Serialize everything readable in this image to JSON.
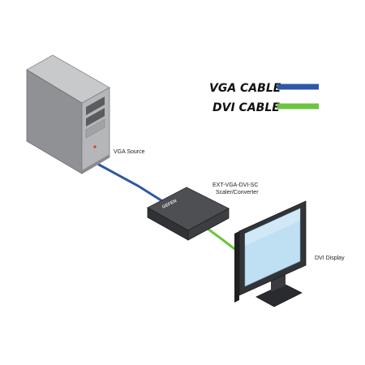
{
  "legend": {
    "vga_label": "VGA CABLE",
    "dvi_label": "DVI CABLE",
    "vga_color": "#2e57a8",
    "dvi_color": "#6cc43f"
  },
  "devices": {
    "source_label": "VGA Source",
    "converter_label_line1": "EXT-VGA-DVI-SC",
    "converter_label_line2": "Scaler/Converter",
    "converter_brand": "GEFEN",
    "display_label": "DVI Display"
  }
}
